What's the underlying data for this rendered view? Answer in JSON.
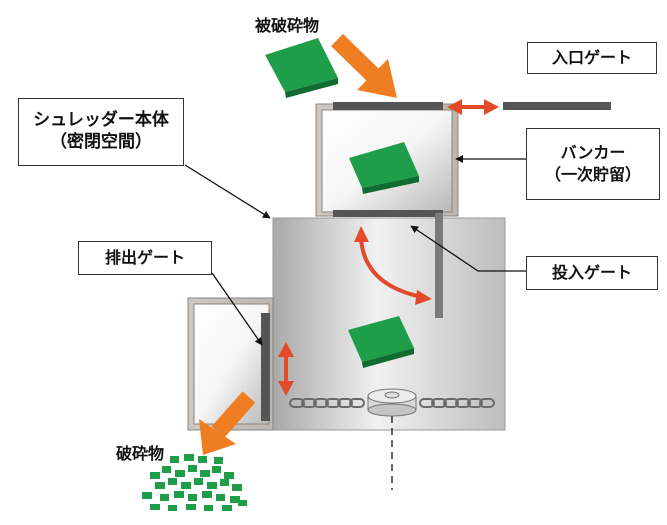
{
  "labels": {
    "crushed_material_in": "被破砕物",
    "entry_gate": "入口ゲート",
    "shredder_body_line1": "シュレッダー本体",
    "shredder_body_line2": "（密閉空間）",
    "bunker_line1": "バンカー",
    "bunker_line2": "（一次貯留）",
    "discharge_gate": "排出ゲート",
    "feed_gate": "投入ゲート",
    "crushed_output": "破砕物"
  },
  "colors": {
    "accent_orange": "#ef7d22",
    "motion_red": "#e24a2a",
    "block_green": "#1f9e4a",
    "gate_dark": "#555555"
  }
}
